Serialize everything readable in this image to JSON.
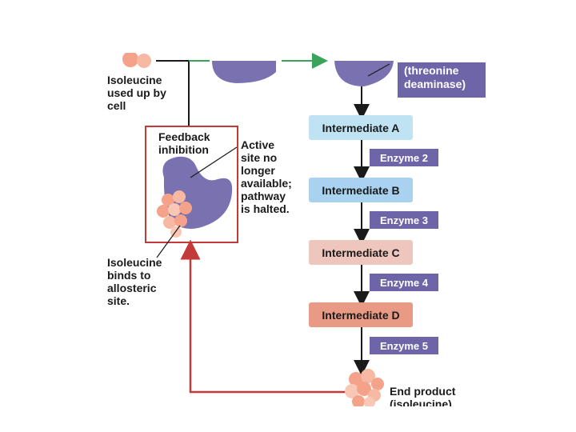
{
  "diagram": {
    "enzyme1_label_lines": [
      "(threonine",
      "deaminase)"
    ],
    "isoleucine_used": [
      "Isoleucine",
      "used up by",
      "cell"
    ],
    "feedback": [
      "Feedback",
      "inhibition"
    ],
    "active_site": [
      "Active",
      "site no",
      "longer",
      "available;",
      "pathway",
      "is halted."
    ],
    "isoleucine_binds": [
      "Isoleucine",
      "binds to",
      "allosteric",
      "site."
    ],
    "intermediates": [
      "Intermediate A",
      "Intermediate B",
      "Intermediate C",
      "Intermediate D"
    ],
    "enzymes": [
      "Enzyme 2",
      "Enzyme 3",
      "Enzyme 4",
      "Enzyme 5"
    ],
    "end_product": [
      "End product",
      "(isoleucine)"
    ]
  },
  "colors": {
    "enzyme_purple": "#6e64a8",
    "intermediate_a": "#bfe3f3",
    "intermediate_b": "#a8d2ef",
    "intermediate_c": "#efc6bd",
    "intermediate_d": "#e89a84",
    "feedback_arrow": "#c23a3a",
    "green_arrow": "#3aa55a"
  }
}
